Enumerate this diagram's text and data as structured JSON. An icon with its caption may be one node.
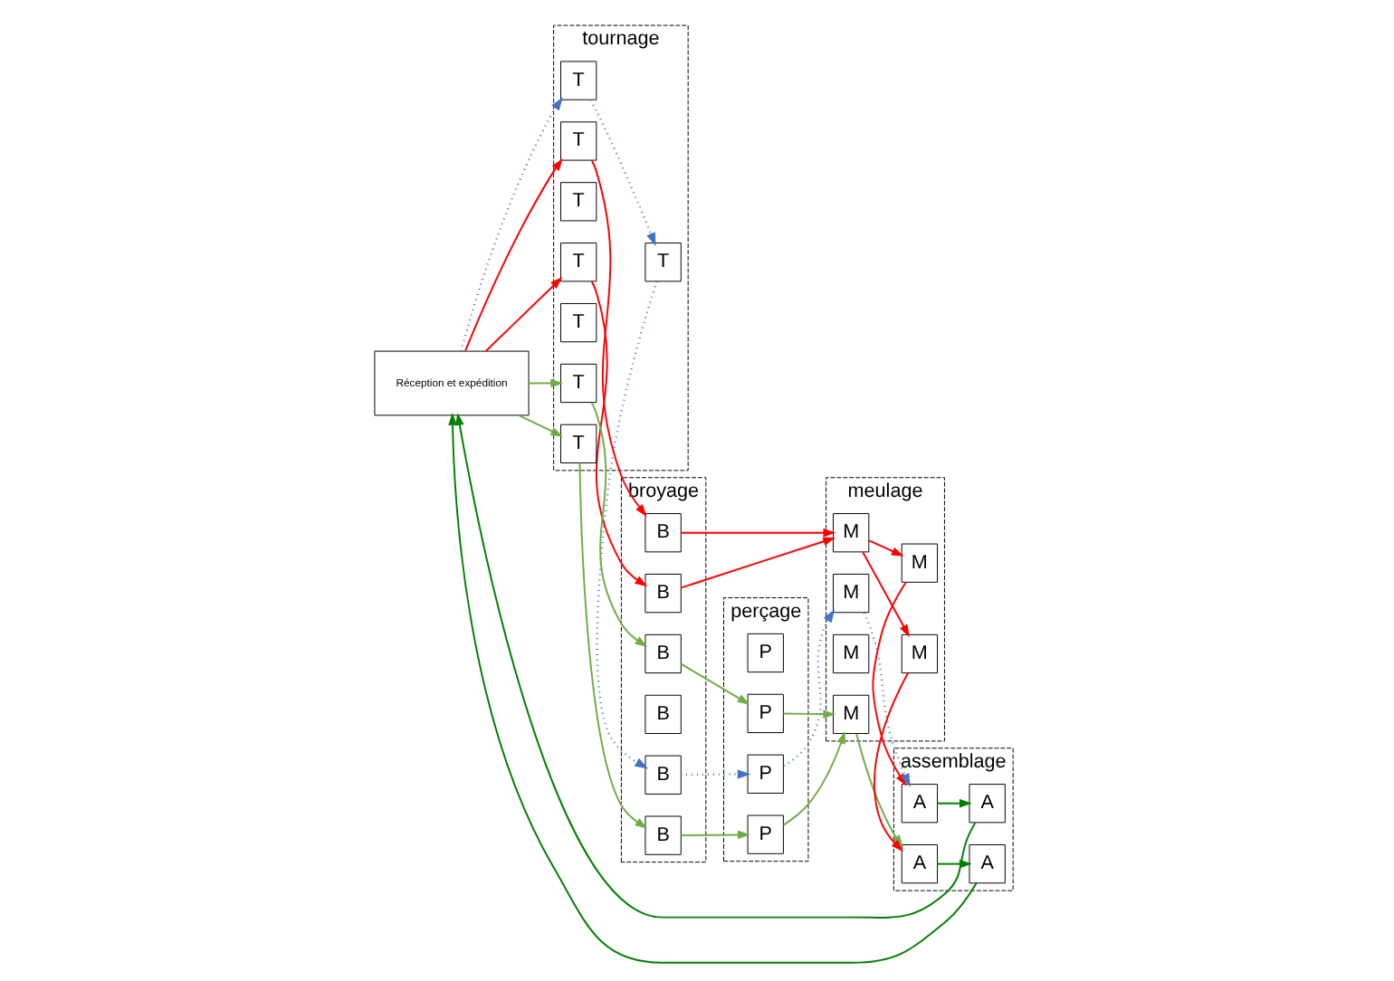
{
  "diagram": {
    "nodes": [
      {
        "text": [
          "tournage"
        ]
      },
      {
        "text": [
          "T"
        ],
        "in": 0
      },
      {
        "text": [
          "T"
        ],
        "in": 0
      },
      {
        "text": [
          "T"
        ],
        "in": 0
      },
      {
        "text": [
          "T"
        ],
        "in": 0
      },
      {
        "text": [
          "T"
        ],
        "in": 0
      },
      {
        "text": [
          "T"
        ],
        "in": 0
      },
      {
        "text": [
          "T"
        ],
        "in": 0
      },
      {
        "text": [
          "T"
        ],
        "in": 0
      },
      {
        "text": [
          "broyage"
        ]
      },
      {
        "text": [
          "B"
        ],
        "in": 9
      },
      {
        "text": [
          "B"
        ],
        "in": 9
      },
      {
        "text": [
          "B"
        ],
        "in": 9
      },
      {
        "text": [
          "B"
        ],
        "in": 9
      },
      {
        "text": [
          "B"
        ],
        "in": 9
      },
      {
        "text": [
          "B"
        ],
        "in": 9
      },
      {
        "text": [
          "perçage"
        ]
      },
      {
        "text": [
          "P"
        ],
        "in": 16
      },
      {
        "text": [
          "P"
        ],
        "in": 16
      },
      {
        "text": [
          "P"
        ],
        "in": 16
      },
      {
        "text": [
          "P"
        ],
        "in": 16
      },
      {
        "text": [
          "meulage"
        ]
      },
      {
        "text": [
          "M"
        ],
        "in": 21
      },
      {
        "text": [
          "M"
        ],
        "in": 21
      },
      {
        "text": [
          "M"
        ],
        "in": 21
      },
      {
        "text": [
          "M"
        ],
        "in": 21
      },
      {
        "text": [
          "M"
        ],
        "in": 21
      },
      {
        "text": [
          "M"
        ],
        "in": 21
      },
      {
        "text": [
          "assemblage"
        ]
      },
      {
        "text": [
          "A"
        ],
        "in": 28
      },
      {
        "text": [
          "A"
        ],
        "in": 28
      },
      {
        "text": [
          "A"
        ],
        "in": 28
      },
      {
        "text": [
          "A"
        ],
        "in": 28
      },
      {
        "text": [
          "Réception et expédition"
        ]
      }
    ],
    "edges": [
      {
        "from": 33,
        "to": 3,
        "arrow": "to",
        "style": "dashed",
        "color": "#4472c4"
      },
      {
        "from": 3,
        "to": 1,
        "arrow": "to",
        "style": "dashed",
        "color": "#4472c4"
      },
      {
        "from": 1,
        "to": 10,
        "arrow": "to",
        "style": "dashed",
        "color": "#4472c4"
      },
      {
        "from": 10,
        "to": 18,
        "arrow": "to",
        "style": "dashed",
        "color": "#4472c4"
      },
      {
        "from": 18,
        "to": 27,
        "arrow": "to",
        "style": "dashed",
        "color": "#4472c4"
      },
      {
        "from": 27,
        "to": 32,
        "arrow": "to",
        "style": "dashed",
        "color": "#4472c4"
      },
      {
        "from": 33,
        "to": 2,
        "arrow": "to",
        "color": "#ff0000"
      },
      {
        "from": 2,
        "to": 11,
        "arrow": "to",
        "color": "#ff0000"
      },
      {
        "from": 11,
        "to": 23,
        "arrow": "to",
        "color": "#ff0000"
      },
      {
        "from": 33,
        "to": 5,
        "arrow": "to",
        "color": "#ff0000"
      },
      {
        "from": 5,
        "to": 12,
        "arrow": "to",
        "color": "#ff0000"
      },
      {
        "from": 12,
        "to": 23,
        "arrow": "to",
        "color": "#ff0000"
      },
      {
        "from": 23,
        "to": 24,
        "arrow": "to",
        "color": "#ff0000"
      },
      {
        "from": 23,
        "to": 25,
        "arrow": "to",
        "color": "#ff0000"
      },
      {
        "from": 24,
        "to": 30,
        "arrow": "to",
        "color": "#ff0000"
      },
      {
        "from": 25,
        "to": 32,
        "arrow": "to",
        "color": "#ff0000"
      },
      {
        "from": 33,
        "to": 7,
        "arrow": "to",
        "color": "#70ad47"
      },
      {
        "from": 33,
        "to": 8,
        "arrow": "to",
        "color": "#70ad47"
      },
      {
        "from": 8,
        "to": 14,
        "arrow": "to",
        "color": "#70ad47"
      },
      {
        "from": 14,
        "to": 20,
        "arrow": "to",
        "color": "#70ad47"
      },
      {
        "from": 7,
        "to": 15,
        "arrow": "to",
        "color": "#70ad47"
      },
      {
        "from": 15,
        "to": 19,
        "arrow": "to",
        "color": "#70ad47"
      },
      {
        "from": 19,
        "to": 22,
        "arrow": "to",
        "color": "#70ad47"
      },
      {
        "from": 20,
        "to": 22,
        "arrow": "to",
        "color": "#70ad47"
      },
      {
        "from": 22,
        "to": 30,
        "arrow": "to",
        "color": "#70ad47"
      },
      {
        "from": 30,
        "to": 29,
        "arrow": "to",
        "color": "#008000"
      },
      {
        "from": 29,
        "to": 33,
        "arrow": "to",
        "color": "#008000"
      },
      {
        "from": 32,
        "to": 31,
        "arrow": "to",
        "color": "#008000"
      },
      {
        "from": 31,
        "to": 33,
        "arrow": "to",
        "color": "#008000"
      }
    ]
  }
}
